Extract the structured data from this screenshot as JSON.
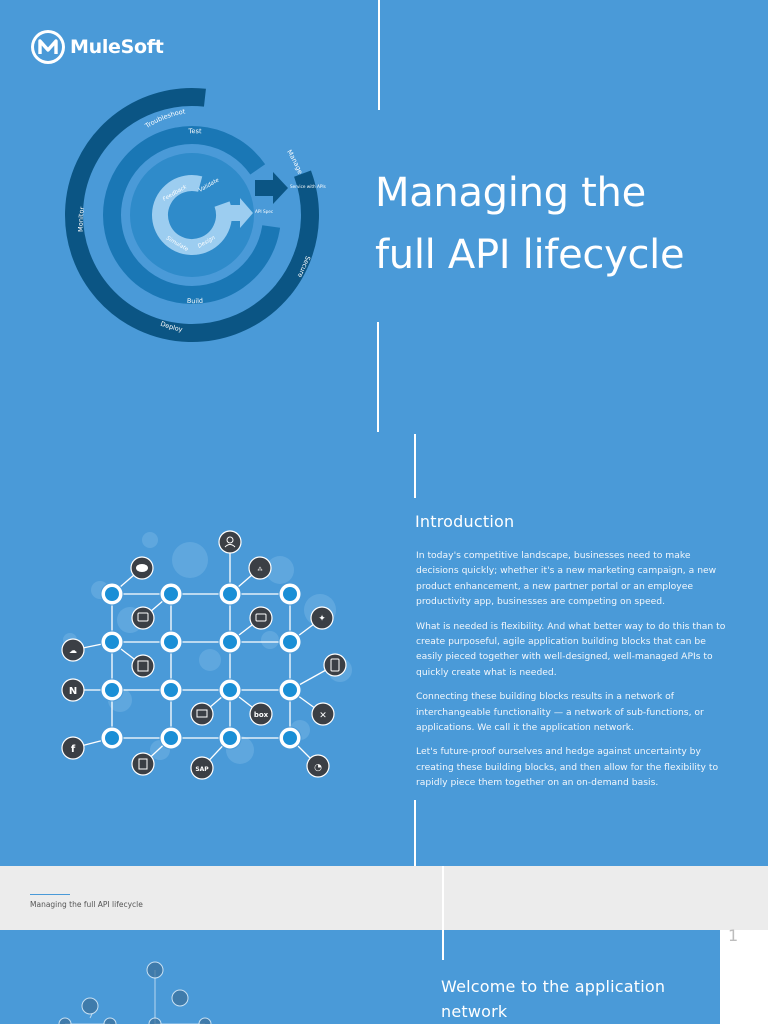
{
  "brand": {
    "name": "MuleSoft"
  },
  "lifecycle": {
    "outer_labels": [
      "Troubleshoot",
      "Manage",
      "Secure",
      "Deploy",
      "Monitor"
    ],
    "middle_labels": [
      "Test",
      "Build"
    ],
    "inner_labels": [
      "Feedback",
      "Validate",
      "Simulate",
      "Design"
    ],
    "arrow_labels": [
      "Service with APIs",
      "API Spec"
    ]
  },
  "title": {
    "line1": "Managing the",
    "line2": "full API lifecycle"
  },
  "intro": {
    "heading": "Introduction",
    "paragraphs": [
      "In today's competitive landscape, businesses need to make decisions quickly; whether it's a new marketing campaign, a new product enhancement, a new partner portal or an employee productivity app, businesses are competing on speed.",
      "What is needed is flexibility. And what better way to do this than to create purposeful, agile application building blocks that can be easily pieced together with well-designed, well-managed APIs to quickly create what is needed.",
      "Connecting these building blocks results in a network of interchangeable functionality — a network of sub-functions, or applications. We call it the application network.",
      "Let's future-proof ourselves and hedge against uncertainty by creating these building blocks, and then allow for the flexibility to rapidly piece them together on an on-demand basis."
    ]
  },
  "network": {
    "apps": [
      "salesforce-icon",
      "user-icon",
      "workday-icon",
      "twitter-icon",
      "cloud-icon",
      "mobile-icon",
      "netsuite-icon",
      "box-icon",
      "tools-icon",
      "facebook-icon",
      "sap-icon",
      "globe-icon",
      "card-icon",
      "database-icon"
    ],
    "box_label": "box",
    "sap_label": "SAP",
    "nsuite_label": "N"
  },
  "footer": {
    "label": "Managing the full API lifecycle",
    "page_number": "1"
  },
  "next_page": {
    "heading_line1": "Welcome to the application",
    "heading_line2": "network"
  },
  "colors": {
    "background": "#4a9ad8",
    "ring_dark": "#0b5584",
    "ring_mid": "#1a77b5",
    "ring_light": "#8cc4ec",
    "node_dark": "#3b3f45"
  }
}
